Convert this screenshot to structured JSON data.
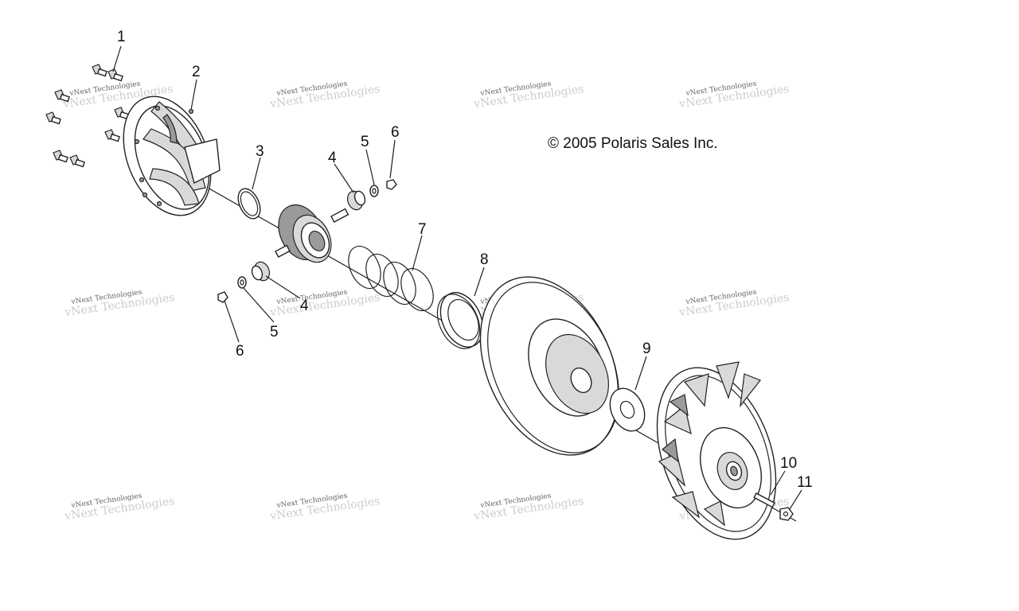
{
  "copyright": "© 2005 Polaris Sales Inc.",
  "watermark": {
    "text": "vNext Technologies"
  },
  "callouts": [
    {
      "id": "callout-1",
      "label": "1"
    },
    {
      "id": "callout-2",
      "label": "2"
    },
    {
      "id": "callout-3",
      "label": "3"
    },
    {
      "id": "callout-4-upper",
      "label": "4"
    },
    {
      "id": "callout-5-upper",
      "label": "5"
    },
    {
      "id": "callout-6-upper",
      "label": "6"
    },
    {
      "id": "callout-7",
      "label": "7"
    },
    {
      "id": "callout-8",
      "label": "8"
    },
    {
      "id": "callout-4-lower",
      "label": "4"
    },
    {
      "id": "callout-5-lower",
      "label": "5"
    },
    {
      "id": "callout-6-lower",
      "label": "6"
    },
    {
      "id": "callout-9",
      "label": "9"
    },
    {
      "id": "callout-10",
      "label": "10"
    },
    {
      "id": "callout-11",
      "label": "11"
    }
  ]
}
